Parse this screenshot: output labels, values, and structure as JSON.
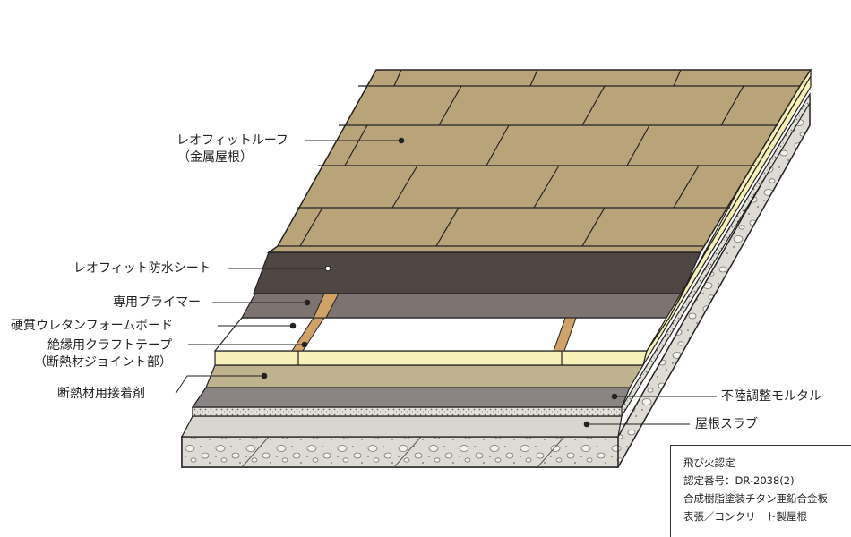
{
  "labels": {
    "roof_name": "レオフィットルーフ",
    "roof_sub": "（金属屋根）",
    "waterproof_sheet": "レオフィット防水シート",
    "primer": "専用プライマー",
    "foam_board": "硬質ウレタンフォームボード",
    "kraft_tape": "絶縁用クラフトテープ",
    "kraft_tape_sub": "（断熱材ジョイント部）",
    "adhesive": "断熱材用接着剤",
    "leveling_mortar": "不陸調整モルタル",
    "roof_slab": "屋根スラブ"
  },
  "certification": {
    "line1": "飛び火認定",
    "line2": "認定番号：DR-2038(2)",
    "line3": "合成樹脂塗装チタン亜鉛合金板",
    "line4": "表張／コンクリート製屋根"
  },
  "colors": {
    "shingle": "#b9a47a",
    "sheet": "#4f4542",
    "primer": "#7d7371",
    "foam": "#ffffff",
    "tape": "#cfa267",
    "edge_yellow": "#f7f0b9",
    "adhesive": "#bfb28f",
    "mortar": "#8a8584",
    "slab": "#dcd9d3"
  }
}
